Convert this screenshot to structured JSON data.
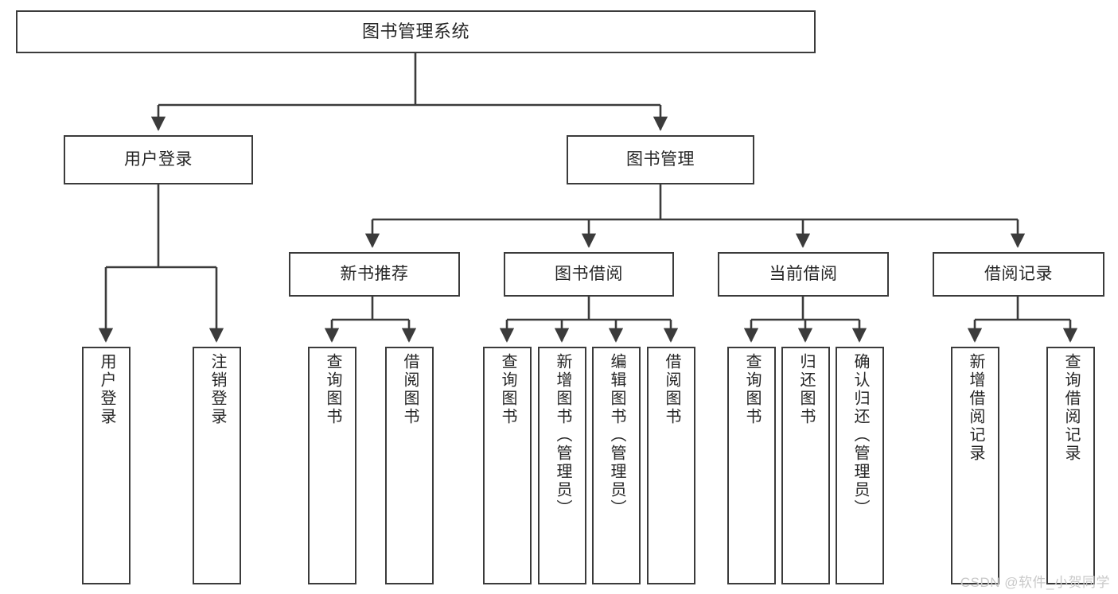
{
  "diagram": {
    "title": "图书管理系统",
    "type": "tree-hierarchy-diagram",
    "colors": {
      "box_border": "#3b3b3b",
      "box_fill": "#ffffff",
      "connector": "#3b3b3b",
      "text": "#262626",
      "watermark": "#c9c9c9",
      "background": "#ffffff"
    },
    "root": {
      "label": "图书管理系统"
    },
    "level1": [
      {
        "label": "用户登录"
      },
      {
        "label": "图书管理"
      }
    ],
    "level2": [
      {
        "label": "新书推荐"
      },
      {
        "label": "图书借阅"
      },
      {
        "label": "当前借阅"
      },
      {
        "label": "借阅记录"
      }
    ],
    "leaves": {
      "user_login": [
        {
          "label": "用户登录"
        },
        {
          "label": "注销登录"
        }
      ],
      "new_book_recommend": [
        {
          "label": "查询图书"
        },
        {
          "label": "借阅图书"
        }
      ],
      "book_borrow": [
        {
          "label": "查询图书"
        },
        {
          "label": "新增图书（管理员）"
        },
        {
          "label": "编辑图书（管理员）"
        },
        {
          "label": "借阅图书"
        }
      ],
      "current_borrow": [
        {
          "label": "查询图书"
        },
        {
          "label": "归还图书"
        },
        {
          "label": "确认归还（管理员）"
        }
      ],
      "borrow_records": [
        {
          "label": "新增借阅记录"
        },
        {
          "label": "查询借阅记录"
        }
      ]
    }
  },
  "watermark": {
    "text": "CSDN @软件_小贺同学"
  }
}
